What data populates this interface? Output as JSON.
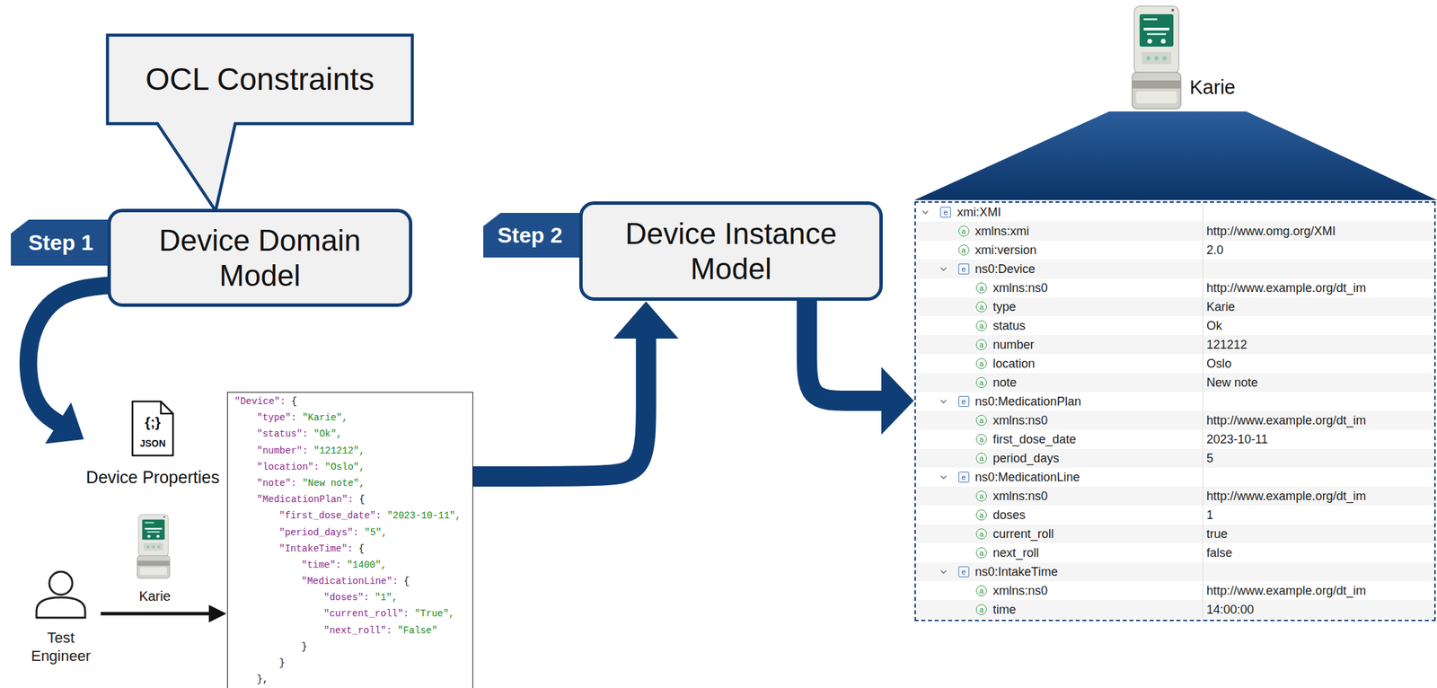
{
  "diagram": {
    "nodes": [
      {
        "text": [
          "OCL Constraints"
        ]
      },
      {
        "text": [
          "Step 1"
        ]
      },
      {
        "text": [
          "Device Domain Model"
        ]
      },
      {
        "text": [
          "Step 2"
        ]
      },
      {
        "text": [
          "Device Instance Model"
        ]
      },
      {
        "text": [
          "e",
          "xmi:XMI",
          "a",
          "xmlns:xmi",
          "http://www.omg.org/XMI",
          "a",
          "xmi:version",
          "2.0",
          "e",
          "ns0:Device",
          "a",
          "xmlns:ns0",
          "http://www.example.org/dt_im",
          "a",
          "type",
          "Karie",
          "a",
          "status",
          "Ok",
          "a",
          "number",
          "121212",
          "a",
          "location",
          "Oslo",
          "a",
          "note",
          "New note",
          "e",
          "ns0:MedicationPlan",
          "a",
          "xmlns:ns0",
          "http://www.example.org/dt_im",
          "a",
          "first_dose_date",
          "2023-10-11",
          "a",
          "period_days",
          "5",
          "e",
          "ns0:MedicationLine",
          "a",
          "xmlns:ns0",
          "http://www.example.org/dt_im",
          "a",
          "doses",
          "1",
          "a",
          "current_roll",
          "true",
          "a",
          "next_roll",
          "false",
          "e",
          "ns0:IntakeTime",
          "a",
          "xmlns:ns0",
          "http://www.example.org/dt_im",
          "a",
          "time",
          "14:00:00"
        ]
      },
      {
        "text": [
          "{;}",
          "JSON",
          "Device Properties"
        ]
      },
      {
        "text": [
          "Test Engineer"
        ]
      },
      {
        "text": [
          "\"Device\":",
          "{",
          "\"type\":",
          "\"Karie\",",
          "\"status\":",
          "\"Ok\",",
          "\"number\":",
          "\"121212\",",
          "\"location\":",
          "\"Oslo\",",
          "\"note\":",
          "\"New note\",",
          "\"MedicationPlan\":",
          "{",
          "\"first_dose_date\":",
          "\"2023-10-11\",",
          "\"period_days\":",
          "\"5\",",
          "\"IntakeTime\":",
          "{",
          "\"time\":",
          "\"1400\",",
          "\"MedicationLine\":",
          "{",
          "\"doses\":",
          "\"1\",",
          "\"current_roll\":",
          "\"True\",",
          "\"next_roll\":",
          "\"False\"",
          "}",
          "}",
          "},"
        ]
      }
    ],
    "edges": [
      {
        "from": 2,
        "to": 6,
        "arrow": "to"
      },
      {
        "from": 8,
        "to": 4,
        "arrow": "to"
      },
      {
        "from": 4,
        "to": 5,
        "arrow": "to"
      },
      {
        "from": 7,
        "to": 8,
        "label": "Karie",
        "arrow": "to"
      }
    ],
    "labels": [
      "Karie"
    ]
  }
}
